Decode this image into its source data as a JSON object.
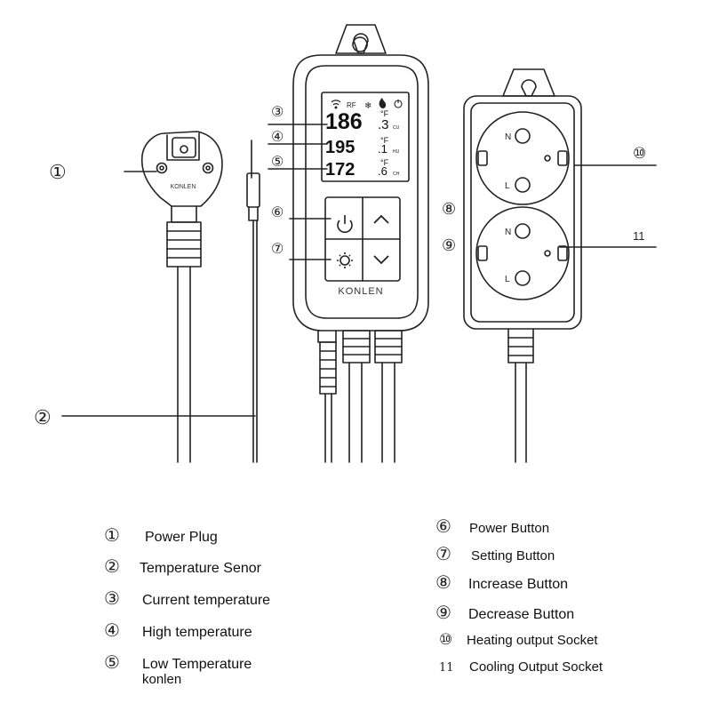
{
  "device": {
    "brand_controller": "KONLEN",
    "brand_plug": "KONLEN",
    "lcd_icons": {
      "wifi": "wifi-icon",
      "rf": "RF",
      "snowflake": "snowflake-icon",
      "flame": "flame-icon",
      "power": "power-icon"
    },
    "readings": [
      {
        "main": "186",
        "dec": ".3",
        "unit": "°F",
        "tag": "CU"
      },
      {
        "main": "195",
        "dec": ".1",
        "unit": "°F",
        "tag": "HU"
      },
      {
        "main": "172",
        "dec": ".6",
        "unit": "°F",
        "tag": "CH"
      }
    ],
    "buttons": [
      "power-icon",
      "gear-icon",
      "chevron-up-icon",
      "chevron-down-icon"
    ]
  },
  "callouts": {
    "c1": "①",
    "c2": "②",
    "c3": "③",
    "c4": "④",
    "c5": "⑤",
    "c6": "⑥",
    "c7": "⑦",
    "c8": "⑧",
    "c9": "⑨",
    "c10": "⑩",
    "c11": "11"
  },
  "socket_letters": {
    "n": "N",
    "l": "L"
  },
  "legend": {
    "left": [
      {
        "num": "①",
        "text": "Power Plug"
      },
      {
        "num": "②",
        "text": "Temperature Senor"
      },
      {
        "num": "③",
        "text": "Current temperature"
      },
      {
        "num": "④",
        "text": "High temperature"
      },
      {
        "num": "⑤",
        "text": "Low Temperature"
      }
    ],
    "left_footer": "konlen",
    "right": [
      {
        "num": "⑥",
        "text": "Power Button"
      },
      {
        "num": "⑦",
        "text": "Setting Button"
      },
      {
        "num": "⑧",
        "text": "Increase Button"
      },
      {
        "num": "⑨",
        "text": "Decrease Button"
      },
      {
        "num": "⑩",
        "text": "Heating output Socket"
      },
      {
        "num": "11",
        "text": "Cooling Output Socket"
      }
    ]
  }
}
